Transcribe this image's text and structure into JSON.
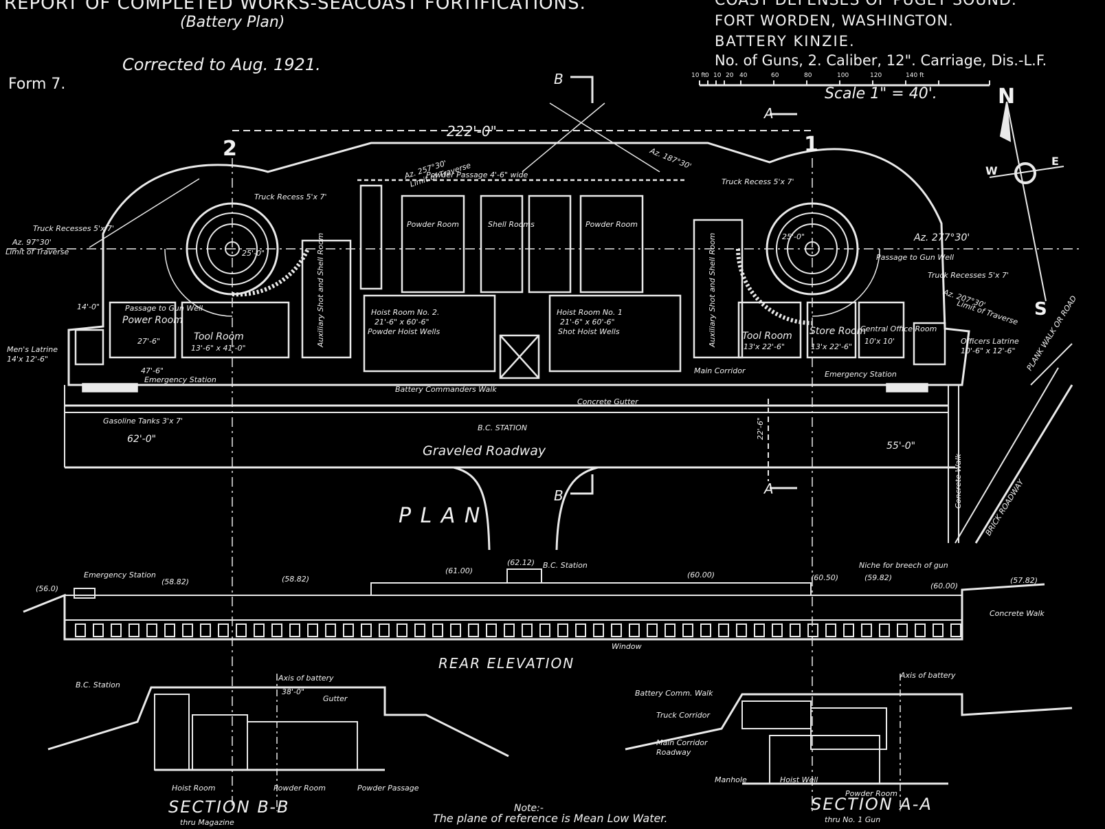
{
  "header_left": {
    "title": "REPORT OF COMPLETED WORKS-SEACOAST FORTIFICATIONS.",
    "subtitle": "(Battery Plan)",
    "corrected": "Corrected to Aug. 1921.",
    "form": "Form 7."
  },
  "header_right": {
    "coast": "COAST DEFENSES OF PUGET SOUND.",
    "fort": "FORT WORDEN, WASHINGTON.",
    "battery": "BATTERY KINZIE.",
    "guns": "No. of Guns, 2. Caliber, 12\". Carriage, Dis.-L.F.",
    "scale": "Scale 1\" = 40'.",
    "scale_ticks": [
      "10 ft",
      "0",
      "10",
      "20",
      "40",
      "60",
      "80",
      "100",
      "120",
      "140 ft"
    ]
  },
  "compass": {
    "n": "N",
    "s": "S",
    "e": "E",
    "w": "W"
  },
  "section_marks": {
    "b": "B",
    "a": "A",
    "gun2": "2",
    "gun1": "1"
  },
  "dimensions": {
    "overall": "222'-0\"",
    "left_road": "62'-0\"",
    "right_road": "55'-0\"",
    "road_width": "22'-6\"",
    "power_room": "27'-6\"",
    "left_wall": "47'-6\"",
    "offset": "14'-0\"",
    "pit_left": "25'-0\"",
    "pit_right": "25'-0\"",
    "axis_width": "38'-0\"",
    "gutter": "Gutter"
  },
  "azimuths": {
    "left": "Az. 97°30'",
    "left_limit": "Limit of Traverse",
    "top_left": "Az. 257°30'",
    "top_left_limit": "Limit of Traverse",
    "top_right": "Az. 187°30'",
    "right": "Az. 277°30'",
    "right_low": "Az. 207°30'",
    "right_limit": "Limit of Traverse"
  },
  "rooms": {
    "power_room": "Power Room",
    "tool_room_left": "Tool Room",
    "tool_room_left_dim": "13'-6\" x 41'-0\"",
    "aux_left": "Auxiliary Shot and Shell Room",
    "powder_left": "Powder Room",
    "shell_rooms": "Shell Rooms",
    "powder_right": "Powder Room",
    "hoist2": "Hoist Room No. 2.",
    "hoist2_dim": "21'-6\" x 60'-6\"",
    "hoist2_sub": "Powder Hoist Wells",
    "hoist1": "Hoist Room No. 1",
    "hoist1_dim": "21'-6\" x 60'-6\"",
    "hoist1_sub": "Shot Hoist Wells",
    "aux_right": "Auxiliary Shot and Shell Room",
    "tool_room_right": "Tool Room",
    "tool_room_right_dim": "13'x 22'-6\"",
    "store_room": "Store Room",
    "store_room_dim": "13'x 22'-6\"",
    "central_office": "Central Office Room",
    "central_office_dim": "10'x 10'",
    "officers_latrine": "Officers Latrine",
    "officers_latrine_dim": "10'-6\" x 12'-6\"",
    "mens_latrine": "Men's Latrine",
    "mens_latrine_dim": "14'x 12'-6\"",
    "powder_passage": "Powder Passage 4'-6\" wide",
    "truck_recess_left_top": "Truck Recess 5'x 7'",
    "truck_recesses_left": "Truck Recesses 5'x 7'",
    "truck_recess_right_top": "Truck Recess 5'x 7'",
    "truck_recesses_right": "Truck Recesses 5'x 7'",
    "passage_left": "Passage to Gun Well",
    "passage_right": "Passage to Gun Well",
    "emergency_left": "Emergency Station",
    "emergency_right": "Emergency Station",
    "main_corridor": "Main Corridor",
    "battery_walk": "Battery   Commanders   Walk",
    "concrete_gutter": "Concrete Gutter",
    "gasoline_tanks": "Gasoline Tanks 3'x 7'",
    "bc_station": "B.C. STATION",
    "graveled_roadway": "Graveled    Roadway",
    "concrete_walk": "Concrete Walk",
    "brick_roadway": "BRICK ROADWAY",
    "plank_walk": "PLANK WALK OR ROAD",
    "plan": "P    L    A    N"
  },
  "elevation": {
    "title": "REAR ELEVATION",
    "emergency": "Emergency Station",
    "bc_station": "B.C. Station",
    "niche": "Niche for breech of gun",
    "concrete_walk": "Concrete Walk",
    "window": "Window",
    "el_left": "(56.0)",
    "el_a": "(58.82)",
    "el_b": "(58.82)",
    "el_c": "(61.00)",
    "el_d": "(62.12)",
    "el_e": "(60.00)",
    "el_f": "(60.50)",
    "el_g": "(59.82)",
    "el_h": "(60.00)",
    "el_right": "(57.82)"
  },
  "section_bb": {
    "title": "SECTION  B-B",
    "sub": "thru Magazine",
    "axis": "Axis of battery",
    "bc_station": "B.C. Station",
    "hoist_room": "Hoist Room",
    "powder_room": "Powder Room",
    "powder_passage": "Powder Passage"
  },
  "section_aa": {
    "title": "SECTION  A-A",
    "sub": "thru No. 1 Gun",
    "axis": "Axis of battery",
    "commanders_walk": "Battery Comm. Walk",
    "truck_corridor": "Truck Corridor",
    "main_corridor": "Main Corridor",
    "roadway": "Roadway",
    "manhole": "Manhole",
    "hoist_well": "Hoist Well",
    "powder_room": "Powder Room"
  },
  "note": {
    "head": "Note:-",
    "body": "The plane of reference is Mean Low Water."
  }
}
